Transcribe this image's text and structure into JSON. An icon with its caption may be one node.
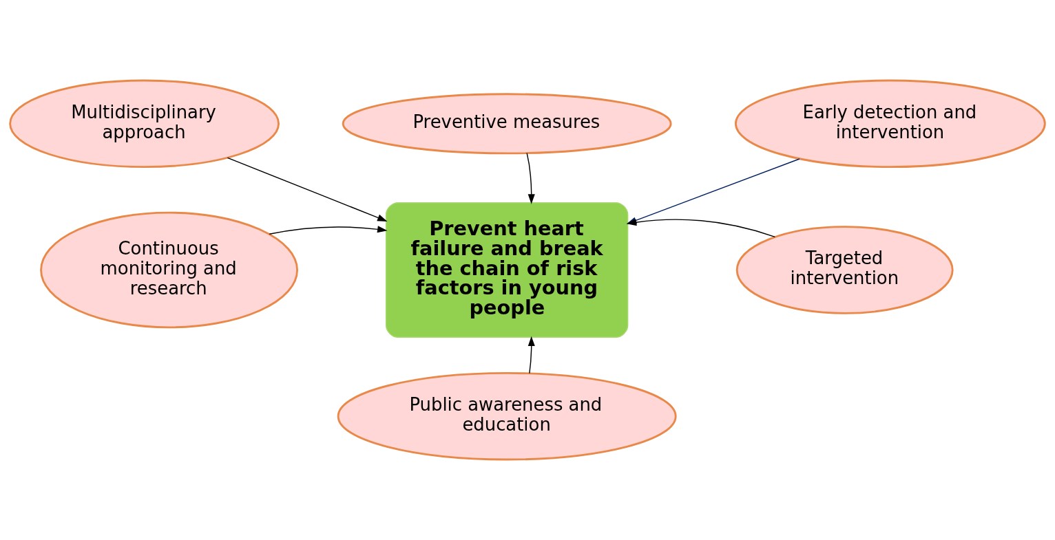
{
  "diagram": {
    "nodes": [
      {
        "text": [
          "Preventive measures"
        ]
      },
      {
        "text": [
          "Multidisciplinary approach"
        ]
      },
      {
        "text": [
          "Early detection and intervention"
        ]
      },
      {
        "text": [
          "Prevent heart failure and break the chain of risk factors in young people"
        ]
      },
      {
        "text": [
          "Continuous monitoring and research"
        ]
      },
      {
        "text": [
          "Targeted intervention"
        ]
      },
      {
        "text": [
          "Public awareness and education"
        ]
      }
    ],
    "edges": [
      {
        "from": 0,
        "to": 3,
        "arrow": "to"
      },
      {
        "from": 1,
        "to": 3,
        "arrow": "to"
      },
      {
        "from": 2,
        "to": 3,
        "arrow": "to",
        "color": "#002060"
      },
      {
        "from": 4,
        "to": 3,
        "arrow": "to"
      },
      {
        "from": 5,
        "to": 3,
        "arrow": "to"
      },
      {
        "from": 6,
        "to": 3,
        "arrow": "to"
      }
    ]
  }
}
